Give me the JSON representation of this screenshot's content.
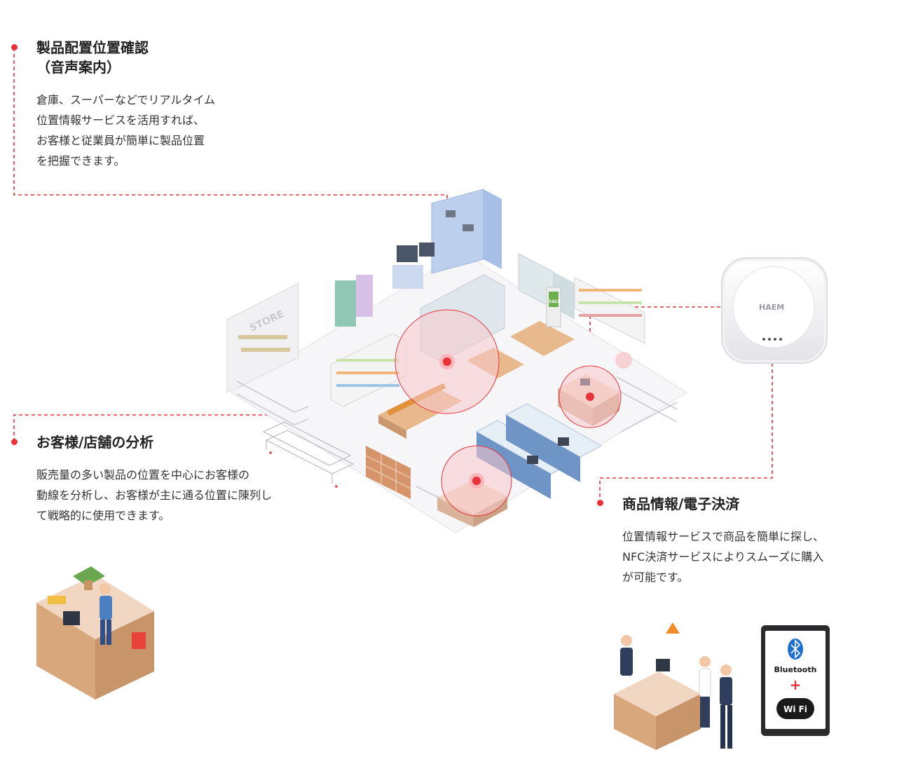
{
  "sections": {
    "product_location": {
      "title_line1": "製品配置位置確認",
      "title_line2": "（音声案内）",
      "desc_lines": [
        "倉庫、スーパーなどでリアルタイム",
        "位置情報サービスを活用すれば、",
        "お客様と従業員が簡単に製品位置",
        "を把握できます。"
      ]
    },
    "customer_analysis": {
      "title": "お客様/店舗の分析",
      "desc_lines": [
        "販売量の多い製品の位置を中心にお客様の",
        "動線を分析し、お客様が主に通る位置に陳列し",
        "て戦略的に使用できます。"
      ]
    },
    "product_payment": {
      "title": "商品情報/電子決済",
      "desc_lines": [
        "位置情報サービスで商品を簡単に探し、",
        "NFC決済サービスによりスムーズに購入",
        "が可能です。"
      ]
    }
  },
  "store_sign": "STORE",
  "sale_sign": "SALE",
  "device_brand": "HAEM",
  "tablet": {
    "bluetooth": "Bluetooth",
    "plus": "+",
    "wifi": "Wi Fi"
  },
  "colors": {
    "accent": "#e8333b",
    "zone_fill": "#f8c9cc",
    "wood": "#d9a77c"
  }
}
